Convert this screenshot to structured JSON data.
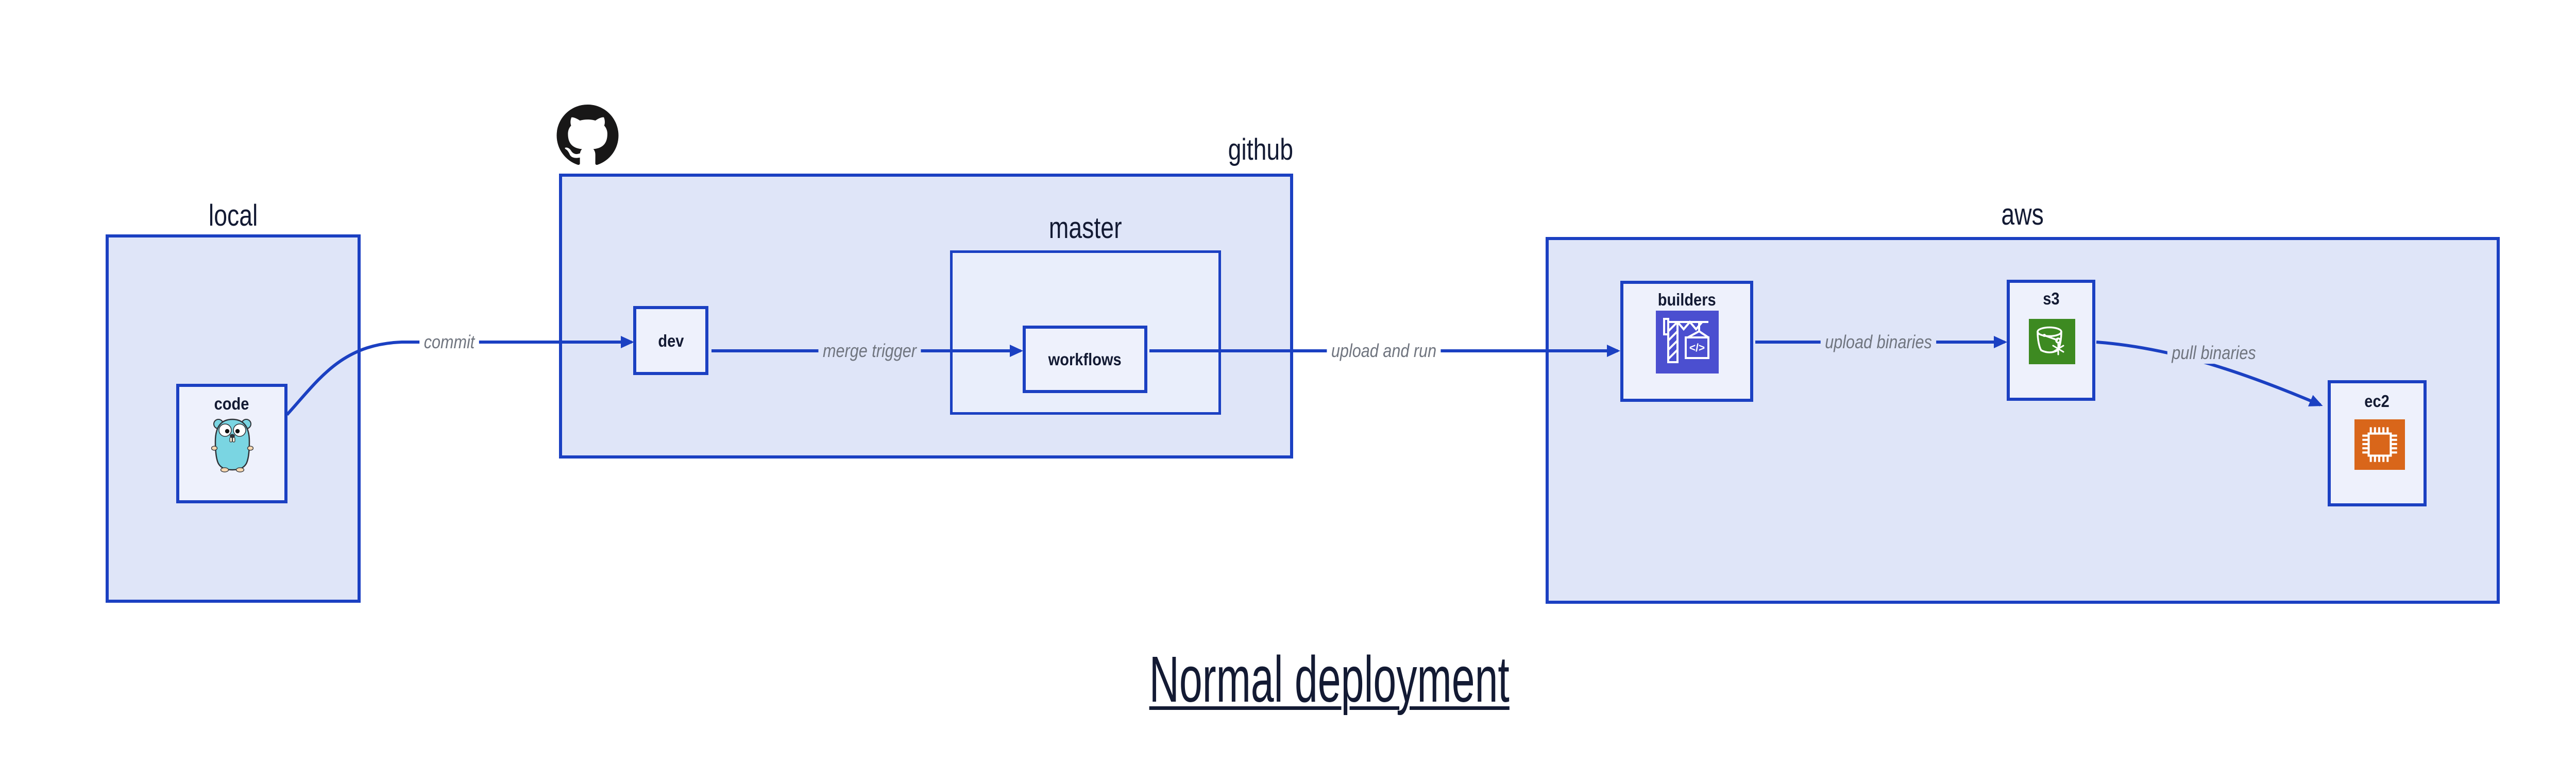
{
  "title": "Normal deployment",
  "containers": {
    "local": {
      "label": "local"
    },
    "github": {
      "label": "github"
    },
    "master": {
      "label": "master"
    },
    "aws": {
      "label": "aws"
    }
  },
  "nodes": {
    "code": {
      "label": "code"
    },
    "dev": {
      "label": "dev"
    },
    "workflows": {
      "label": "workflows"
    },
    "builders": {
      "label": "builders"
    },
    "s3": {
      "label": "s3"
    },
    "ec2": {
      "label": "ec2"
    }
  },
  "edges": [
    {
      "id": "commit",
      "from": "code",
      "to": "dev",
      "label": "commit"
    },
    {
      "id": "merge-trigger",
      "from": "dev",
      "to": "workflows",
      "label": "merge trigger"
    },
    {
      "id": "upload-and-run",
      "from": "workflows",
      "to": "builders",
      "label": "upload and run"
    },
    {
      "id": "upload-binaries",
      "from": "builders",
      "to": "s3",
      "label": "upload binaries"
    },
    {
      "id": "pull-binaries",
      "from": "s3",
      "to": "ec2",
      "label": "pull binaries"
    }
  ],
  "icons": {
    "github_logo": "github-octocat-icon",
    "code": "go-gopher-icon",
    "builders": "aws-codebuild-icon",
    "s3": "aws-s3-glacier-bucket-icon",
    "ec2": "aws-ec2-chip-icon",
    "codebuild_glyph": "</>"
  },
  "colors": {
    "line_blue": "#1b40c2",
    "container_fill": "#dfe5f8",
    "master_fill": "#e9eefb",
    "node_fill": "#eef1fc",
    "text_navy": "#131a33",
    "edge_label_gray": "#70757f",
    "codebuild_indigo": "#4b4fd0",
    "s3_green": "#3d8a21",
    "ec2_orange": "#d9661a",
    "gopher_teal": "#7ad5e2",
    "github_black": "#181717"
  }
}
